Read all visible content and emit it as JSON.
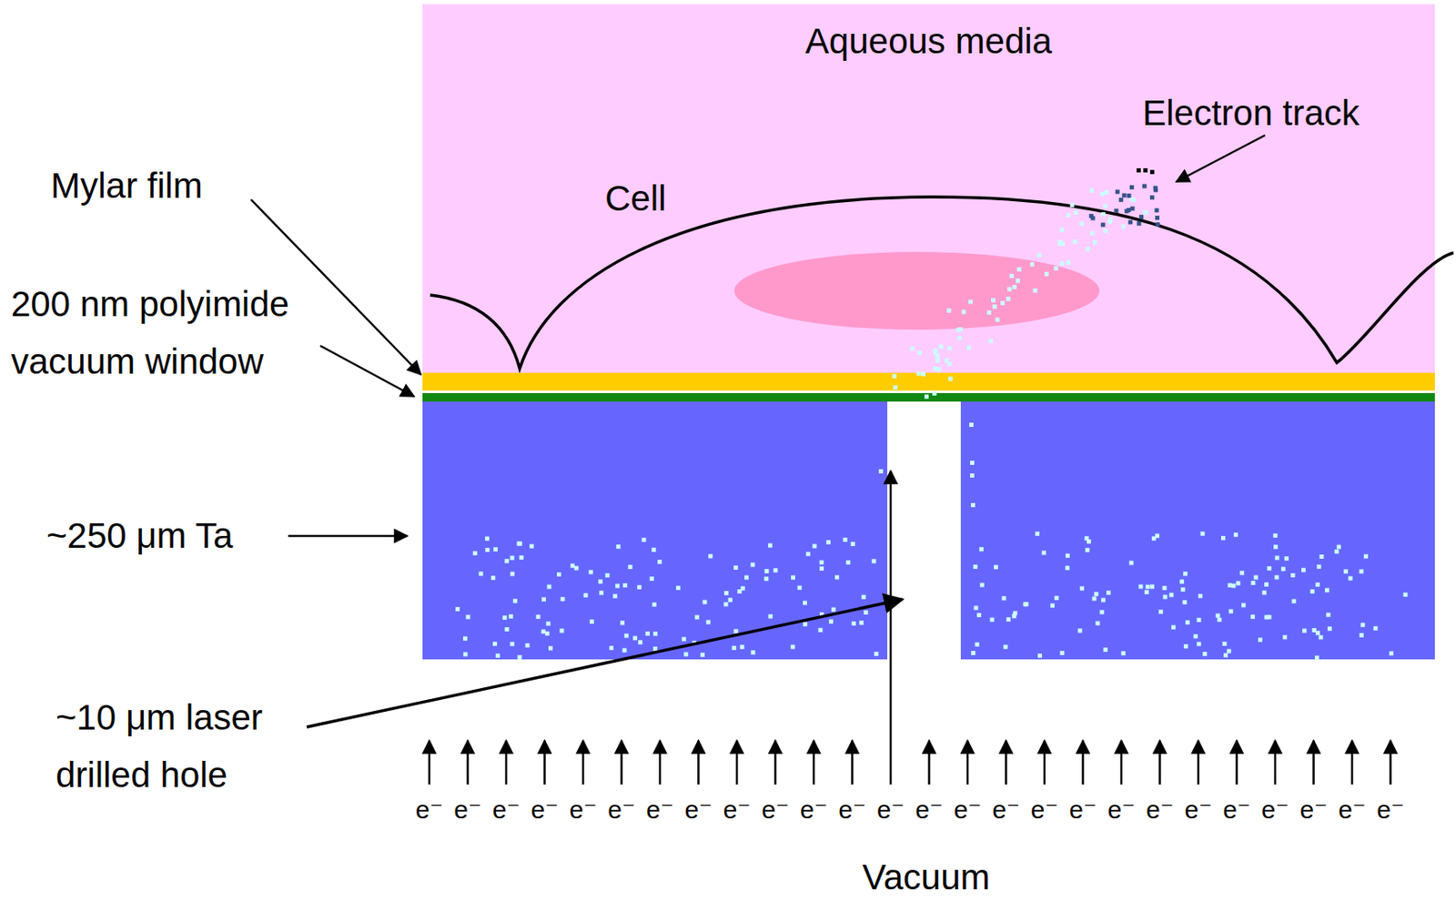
{
  "diagram": {
    "nodes": [
      {
        "text": [
          "Aqueous media"
        ]
      }
    ],
    "labels": [
      "Mylar film",
      "200 nm polyimide vacuum window",
      "~250 μm Ta",
      "~10 μm laser drilled hole",
      "Cell",
      "Electron track",
      "Vacuum",
      "e⁻",
      "e⁻",
      "e⁻",
      "e⁻",
      "e⁻",
      "e⁻",
      "e⁻",
      "e⁻",
      "e⁻",
      "e⁻",
      "e⁻",
      "e⁻",
      "e⁻",
      "e⁻",
      "e⁻",
      "e⁻",
      "e⁻",
      "e⁻",
      "e⁻",
      "e⁻",
      "e⁻",
      "e⁻",
      "e⁻",
      "e⁻",
      "e⁻",
      "e⁻"
    ]
  }
}
